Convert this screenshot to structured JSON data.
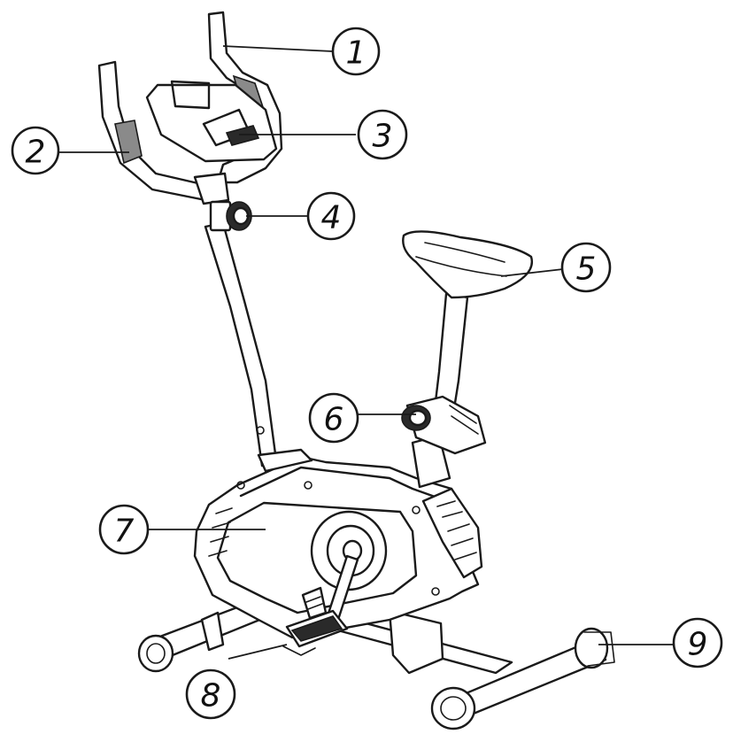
{
  "callouts": [
    {
      "label": "1",
      "part": "handlebar-grip"
    },
    {
      "label": "2",
      "part": "pulse-sensor"
    },
    {
      "label": "3",
      "part": "console"
    },
    {
      "label": "4",
      "part": "tension-knob"
    },
    {
      "label": "5",
      "part": "seat"
    },
    {
      "label": "6",
      "part": "seat-adjustment-knob"
    },
    {
      "label": "7",
      "part": "main-frame-cover"
    },
    {
      "label": "8",
      "part": "pedal"
    },
    {
      "label": "9",
      "part": "stabilizer-end-cap"
    }
  ]
}
